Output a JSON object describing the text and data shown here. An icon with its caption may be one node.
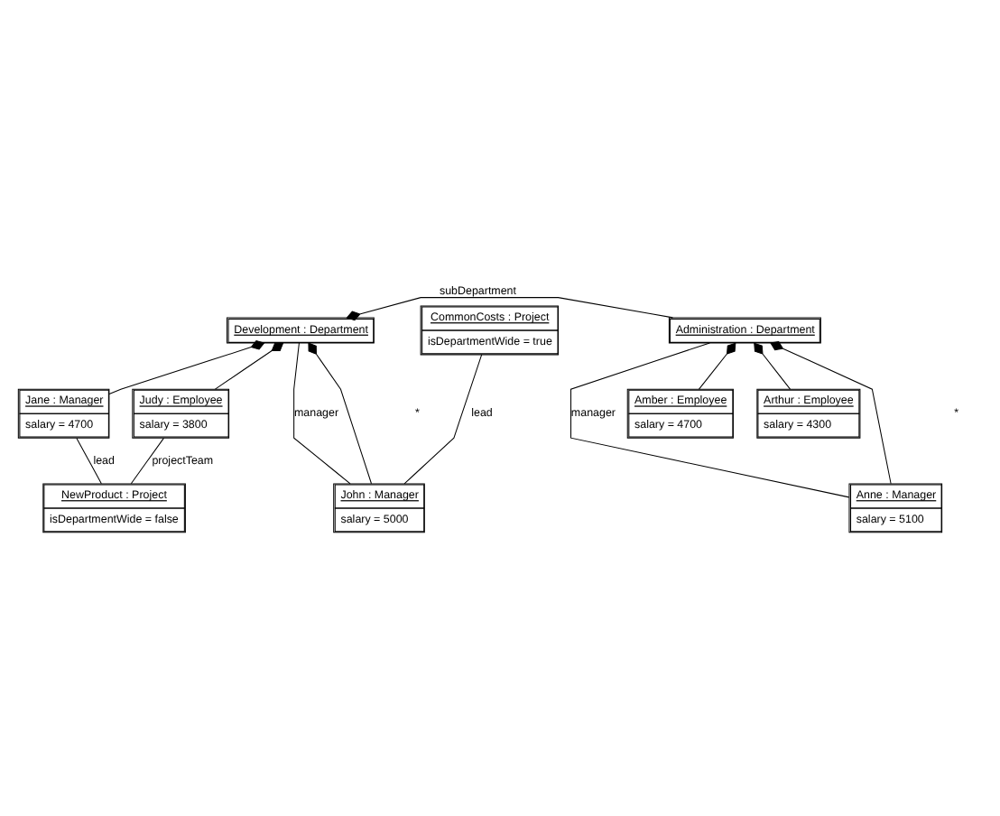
{
  "diagram": {
    "nodes": [
      {
        "text": [
          "Development : Department"
        ]
      },
      {
        "text": [
          "CommonCosts : Project",
          "isDepartmentWide = true"
        ]
      },
      {
        "text": [
          "Administration : Department"
        ]
      },
      {
        "text": [
          "John : Manager",
          "salary = 5000"
        ]
      },
      {
        "text": [
          "Jane : Manager",
          "salary = 4700"
        ]
      },
      {
        "text": [
          "Judy : Employee",
          "salary = 3800"
        ]
      },
      {
        "text": [
          "NewProduct : Project",
          "isDepartmentWide = false"
        ]
      },
      {
        "text": [
          "Anne : Manager",
          "salary = 5100"
        ]
      },
      {
        "text": [
          "Amber : Employee",
          "salary = 4700"
        ]
      },
      {
        "text": [
          "Arthur : Employee",
          "salary = 4300"
        ]
      }
    ],
    "edges": [
      {
        "from": 0,
        "to": 2,
        "arrow": "other",
        "label": "subDepartment"
      },
      {
        "from": 0,
        "to": 3,
        "arrow": "none",
        "label": "manager"
      },
      {
        "from": 0,
        "to": 3,
        "arrow": "other"
      },
      {
        "from": 0,
        "to": 4,
        "arrow": "other"
      },
      {
        "from": 0,
        "to": 5,
        "arrow": "other"
      },
      {
        "from": 1,
        "to": 3,
        "arrow": "none",
        "label": "lead"
      },
      {
        "from": 4,
        "to": 6,
        "arrow": "none",
        "label": "lead"
      },
      {
        "from": 5,
        "to": 6,
        "arrow": "none",
        "label": "projectTeam"
      },
      {
        "from": 2,
        "to": 7,
        "arrow": "none",
        "label": "manager"
      },
      {
        "from": 2,
        "to": 7,
        "arrow": "other"
      },
      {
        "from": 2,
        "to": 8,
        "arrow": "other"
      },
      {
        "from": 2,
        "to": 9,
        "arrow": "other"
      }
    ],
    "labels": [
      "*",
      "*"
    ]
  }
}
